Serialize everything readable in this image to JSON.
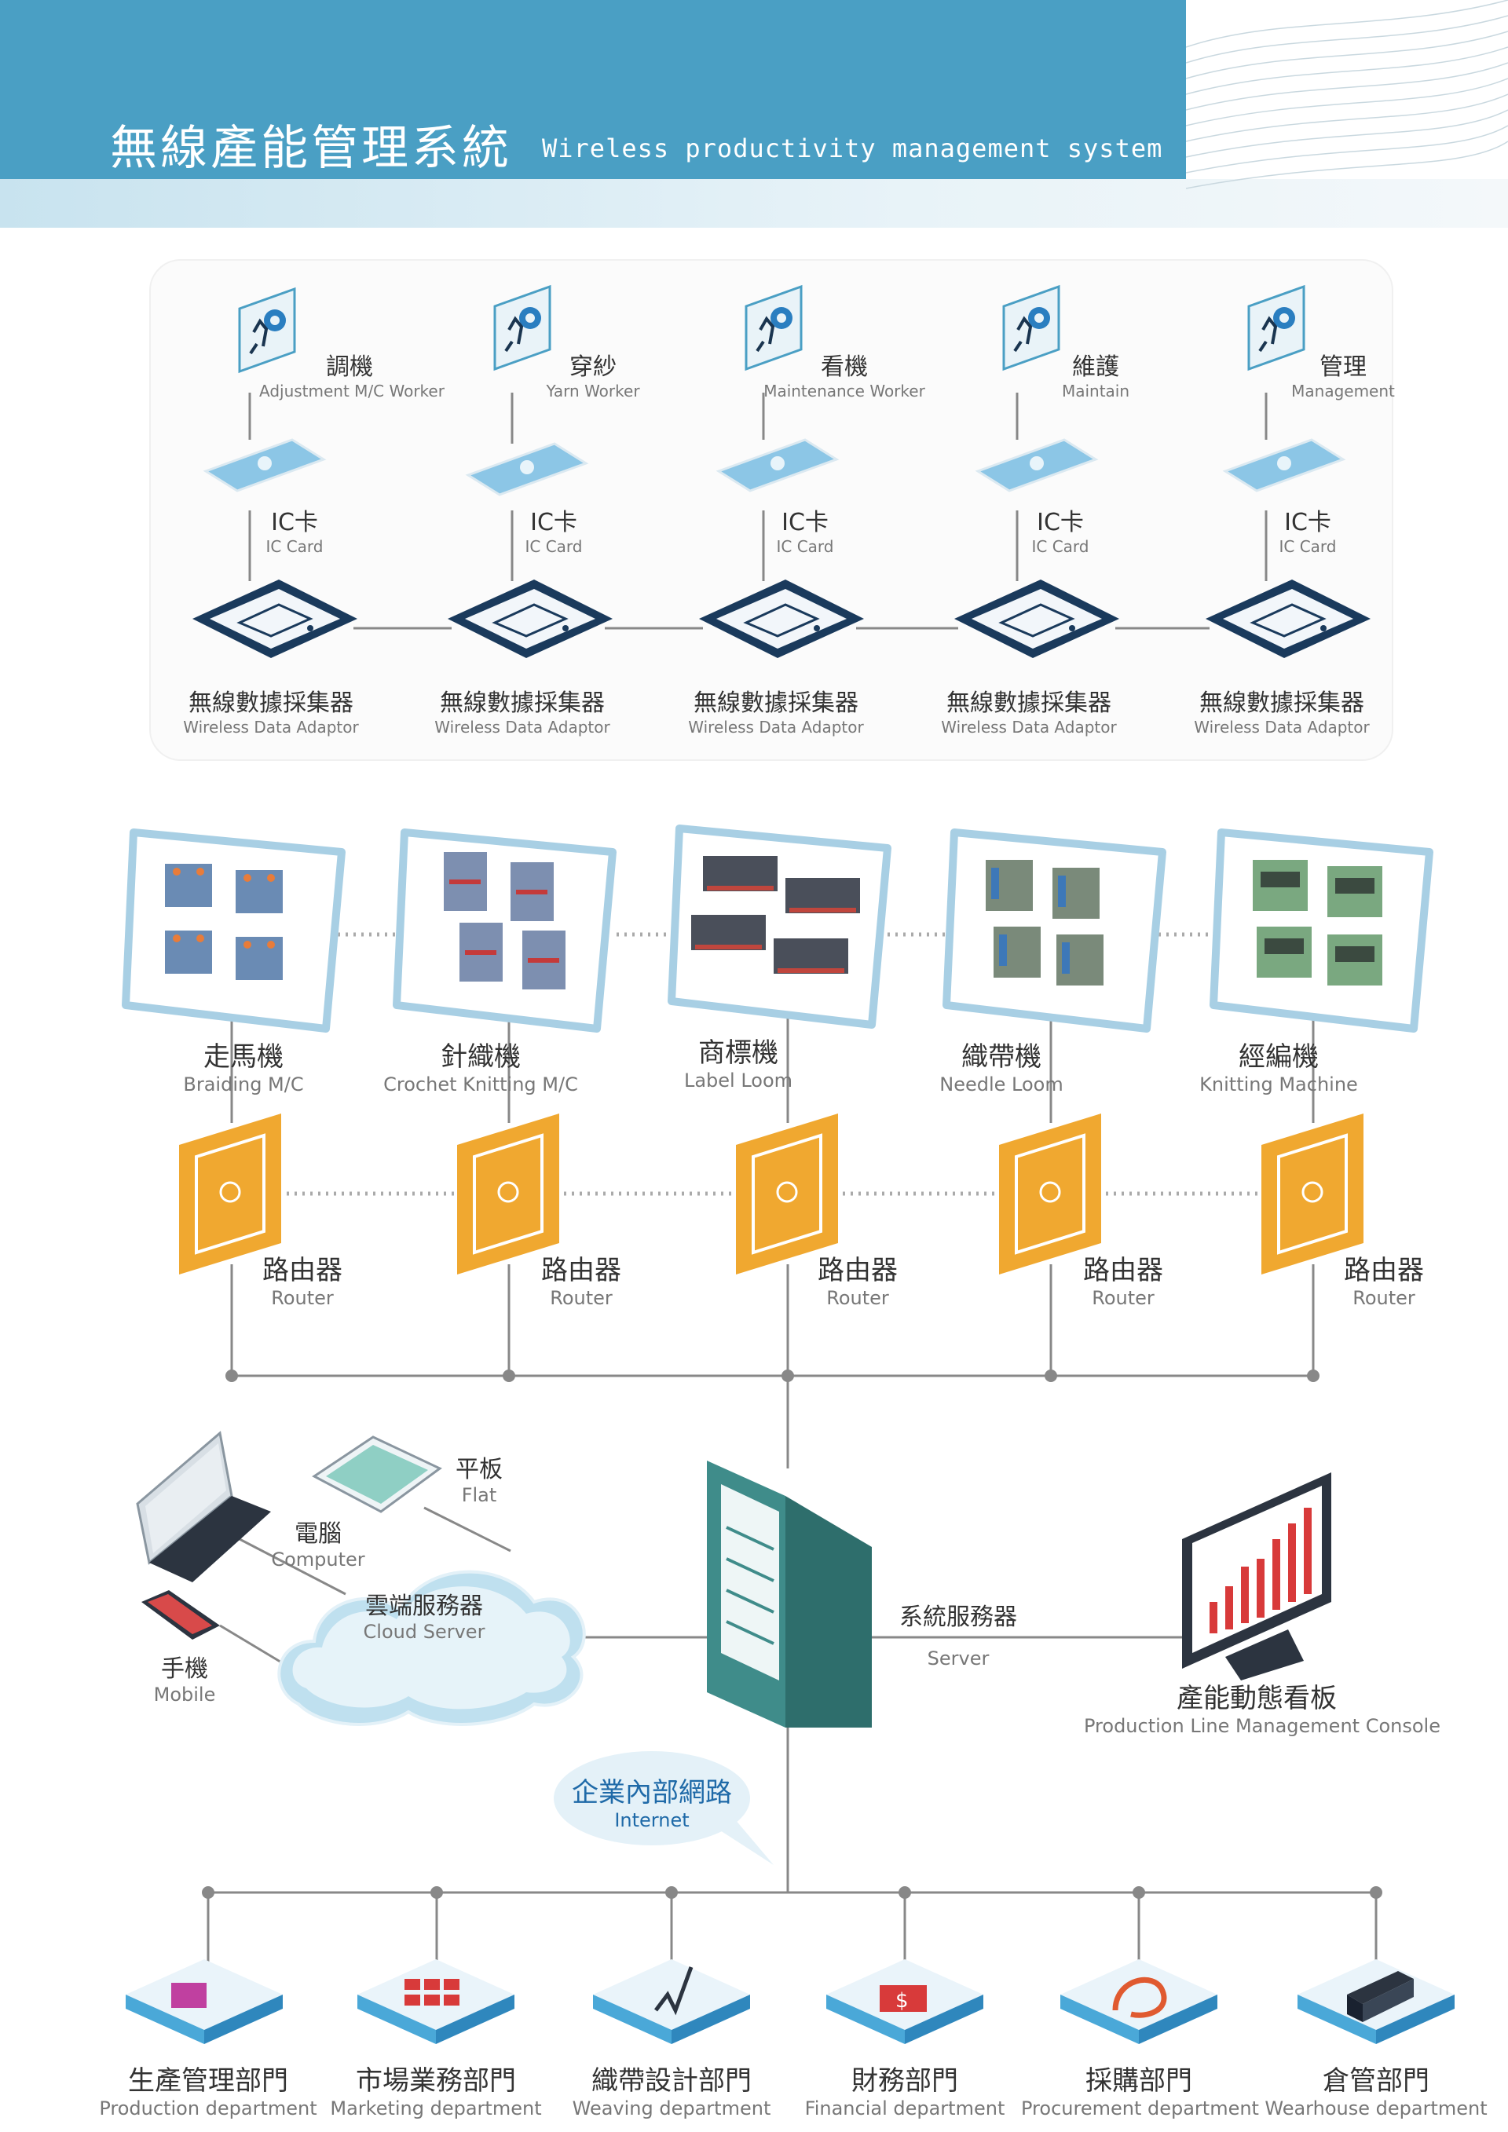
{
  "header": {
    "title_zh": "無線產能管理系統",
    "title_en": "Wireless productivity management system"
  },
  "workers": [
    {
      "zh": "調機",
      "en": "Adjustment M/C Worker"
    },
    {
      "zh": "穿紗",
      "en": "Yarn Worker"
    },
    {
      "zh": "看機",
      "en": "Maintenance Worker"
    },
    {
      "zh": "維護",
      "en": "Maintain"
    },
    {
      "zh": "管理",
      "en": "Management"
    }
  ],
  "ic_card": {
    "zh": "IC卡",
    "en": "IC Card"
  },
  "adaptor": {
    "zh": "無線數據採集器",
    "en": "Wireless Data Adaptor"
  },
  "machines": [
    {
      "zh": "走馬機",
      "en": "Braiding M/C"
    },
    {
      "zh": "針織機",
      "en": "Crochet Knitting M/C"
    },
    {
      "zh": "商標機",
      "en": "Label Loom"
    },
    {
      "zh": "織帶機",
      "en": "Needle Loom"
    },
    {
      "zh": "經編機",
      "en": "Knitting Machine"
    }
  ],
  "router": {
    "zh": "路由器",
    "en": "Router"
  },
  "devices": {
    "flat": {
      "zh": "平板",
      "en": "Flat"
    },
    "computer": {
      "zh": "電腦",
      "en": "Computer"
    },
    "mobile": {
      "zh": "手機",
      "en": "Mobile"
    },
    "cloud": {
      "zh": "雲端服務器",
      "en": "Cloud Server"
    }
  },
  "server": {
    "zh": "系統服務器",
    "en": "Server"
  },
  "console": {
    "zh": "產能動態看板",
    "en": "Production Line Management Console"
  },
  "internet": {
    "zh": "企業內部網路",
    "en": "Internet"
  },
  "departments": [
    {
      "zh": "生產管理部門",
      "en": "Production department"
    },
    {
      "zh": "市場業務部門",
      "en": "Marketing department"
    },
    {
      "zh": "織帶設計部門",
      "en": "Weaving department"
    },
    {
      "zh": "財務部門",
      "en": "Financial department"
    },
    {
      "zh": "採購部門",
      "en": "Procurement department"
    },
    {
      "zh": "倉管部門",
      "en": "Wearhouse department"
    }
  ],
  "colors": {
    "header": "#4a9fc4",
    "router": "#f0a830",
    "server": "#3f8c8a",
    "dept_tile": "#4aa8d8"
  }
}
